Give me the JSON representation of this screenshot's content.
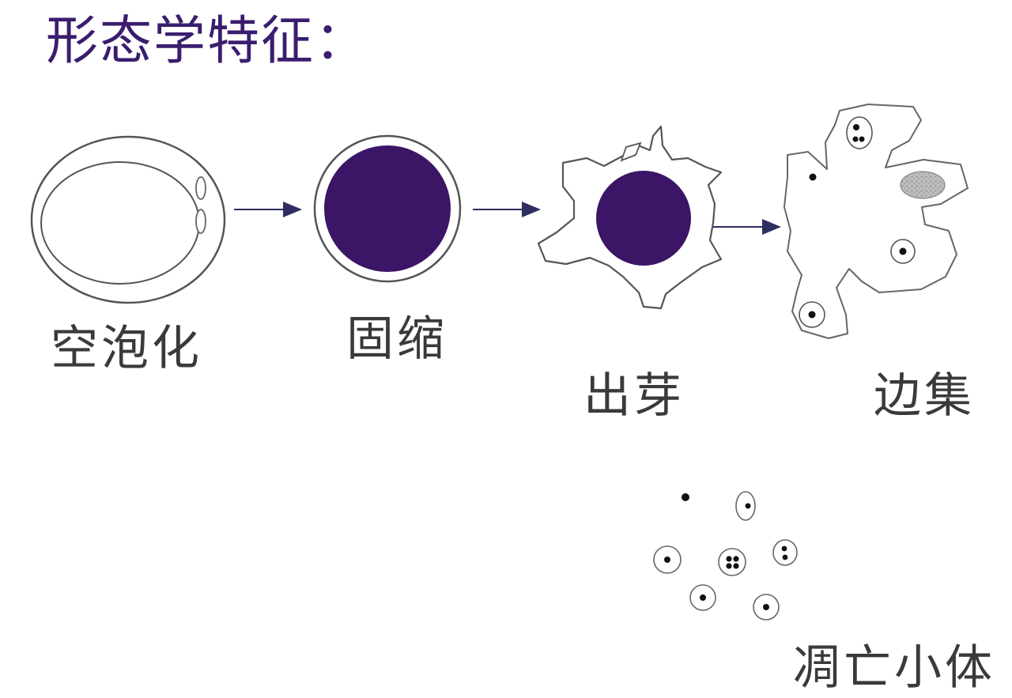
{
  "title": "形态学特征：",
  "stages": [
    {
      "key": "vacuolization",
      "label": "空泡化"
    },
    {
      "key": "condensation",
      "label": "固缩"
    },
    {
      "key": "budding",
      "label": "出芽"
    },
    {
      "key": "margination",
      "label": "边集"
    },
    {
      "key": "apoptotic_bodies",
      "label": "凋亡小体"
    }
  ],
  "colors": {
    "title": "#3a1d6e",
    "nucleus": "#3b1566",
    "outline": "#555555",
    "arrow": "#2e2f60",
    "label": "#3a3a3a"
  }
}
